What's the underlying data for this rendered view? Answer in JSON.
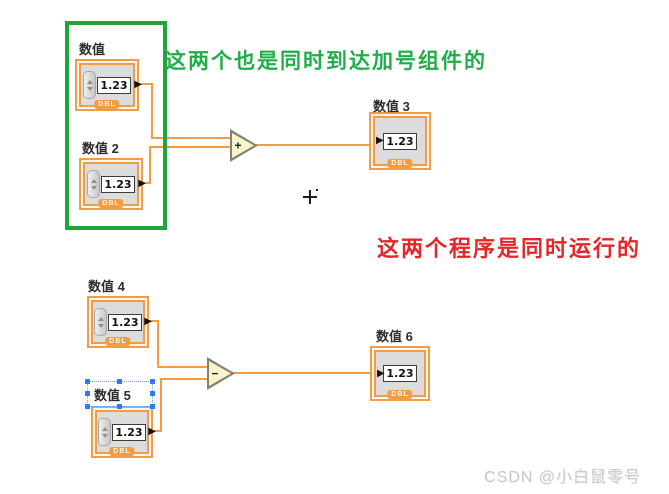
{
  "annotations": {
    "green_note": "这两个也是同时到达加号组件的",
    "red_note": "这两个程序是同时运行的",
    "watermark": "CSDN @小白鼠零号"
  },
  "colors": {
    "wire_orange": "#f59b41",
    "annotation_green": "#1ea53c",
    "note_green_text": "#1fae47",
    "note_red_text": "#e52629",
    "function_node_fill": "#f7f4cf",
    "selection_handle_blue": "#2f7bf5"
  },
  "nodes": {
    "num1": {
      "label": "数值",
      "value": "1.23",
      "type_tag": "DBL"
    },
    "num2": {
      "label": "数值 2",
      "value": "1.23",
      "type_tag": "DBL"
    },
    "num3": {
      "label": "数值 3",
      "value": "1.23",
      "type_tag": "DBL"
    },
    "num4": {
      "label": "数值 4",
      "value": "1.23",
      "type_tag": "DBL"
    },
    "num5": {
      "label": "数值 5",
      "value": "1.23",
      "type_tag": "DBL"
    },
    "num6": {
      "label": "数值 6",
      "value": "1.23",
      "type_tag": "DBL"
    },
    "add": {
      "operator": "+"
    },
    "subtract": {
      "operator": "−"
    }
  }
}
